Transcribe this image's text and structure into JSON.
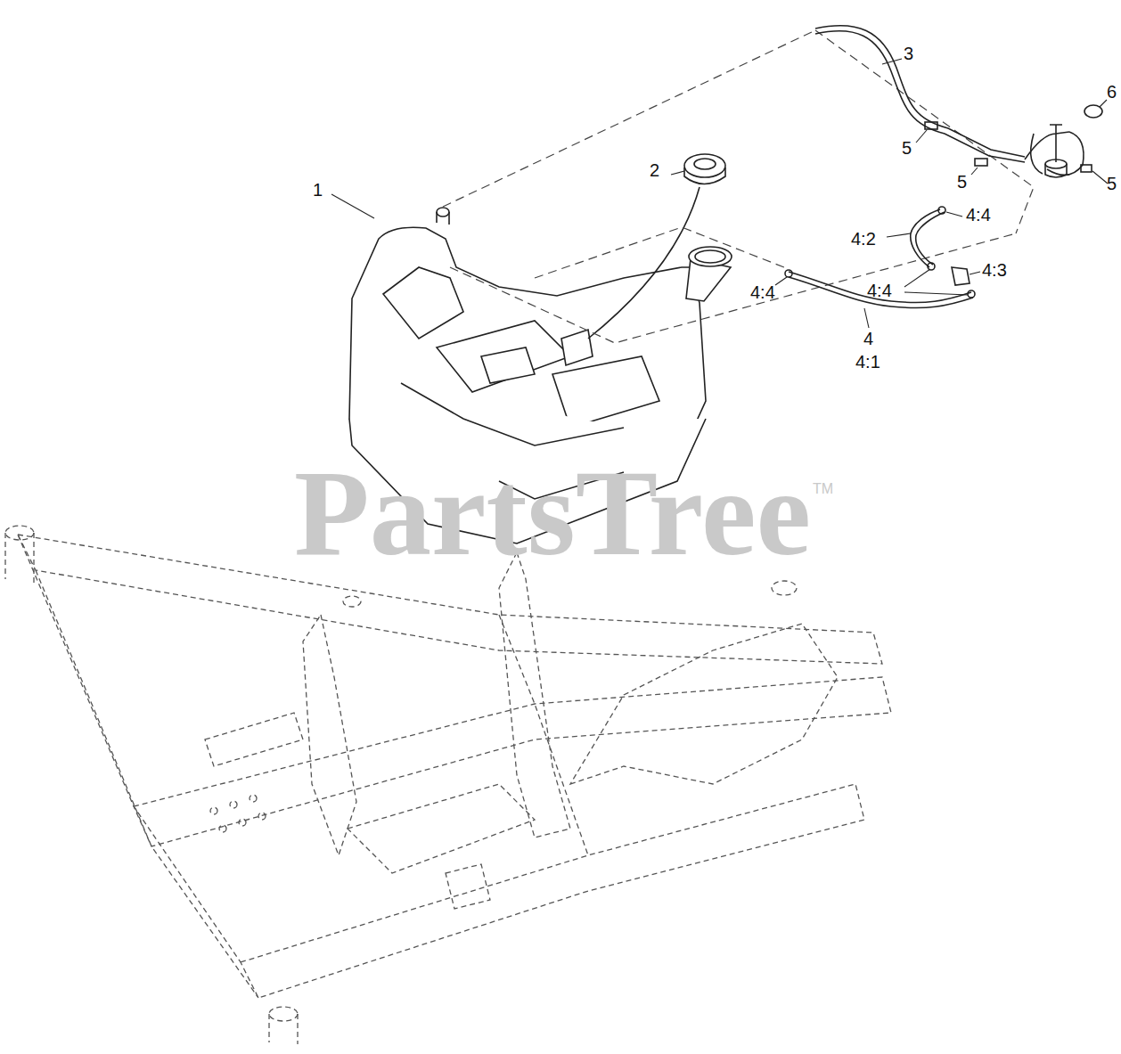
{
  "diagram": {
    "labels": [
      "3",
      "6",
      "5",
      "5",
      "5",
      "1",
      "2",
      "4:4",
      "4:2",
      "4:3",
      "4:4",
      "4:4",
      "4",
      "4:1",
      "PartsTree",
      "TM"
    ]
  }
}
